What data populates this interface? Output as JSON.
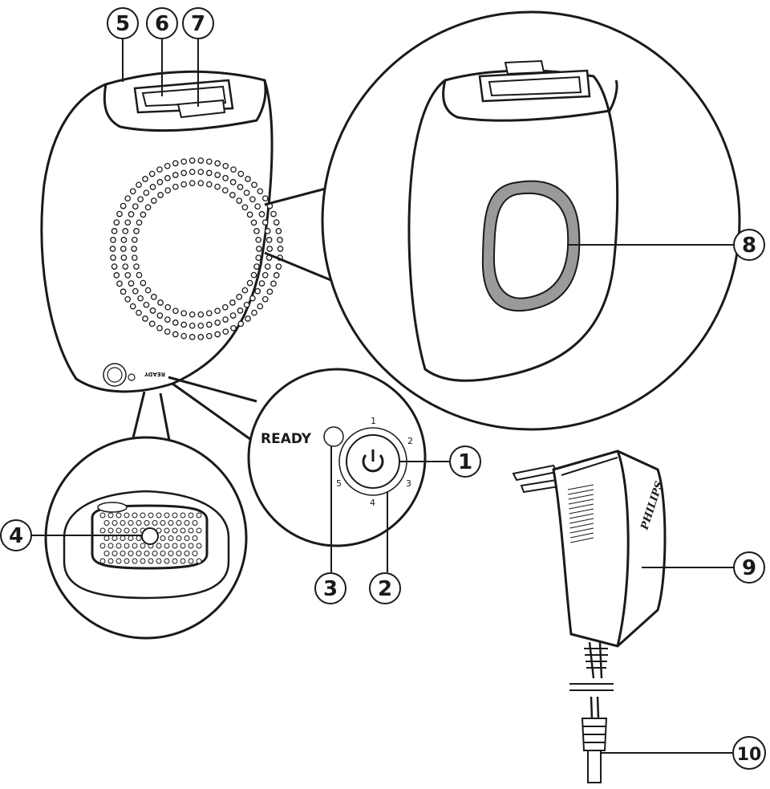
{
  "callouts": {
    "c1": "1",
    "c2": "2",
    "c3": "3",
    "c4": "4",
    "c5": "5",
    "c6": "6",
    "c7": "7",
    "c8": "8",
    "c9": "9",
    "c10": "10"
  },
  "control_panel": {
    "ready_label": "READY",
    "scale_levels": [
      "1",
      "2",
      "3",
      "4",
      "5"
    ]
  },
  "adapter": {
    "brand": "PHILIPS"
  },
  "colors": {
    "line": "#1a1a1a",
    "fill": "#ffffff",
    "shade": "#9a9a9a"
  }
}
